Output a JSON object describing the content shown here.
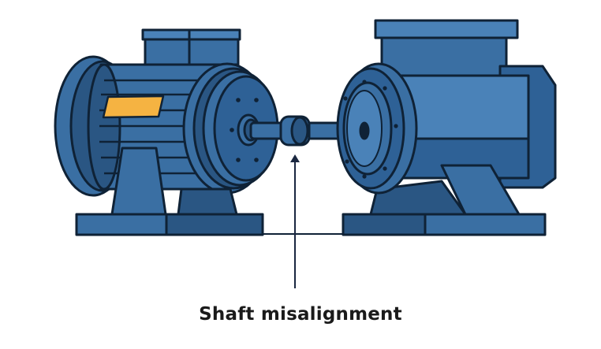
{
  "diagram": {
    "title": "Shaft misalignment",
    "components": [
      {
        "name": "motor",
        "description": "Electric motor with ribbed housing, terminal box and yellow nameplate"
      },
      {
        "name": "coupling",
        "description": "Shaft coupling between the two machines"
      },
      {
        "name": "driven-machine",
        "description": "Pump / driven unit with flanged face"
      }
    ],
    "annotation": {
      "label": "Shaft misalignment",
      "points_to": "coupling"
    },
    "colors": {
      "body": "#3a6fa3",
      "body_light": "#4a82b8",
      "body_dark": "#2a5683",
      "outline": "#0f2236",
      "nameplate": "#f5b342",
      "arrow": "#1a2740",
      "background": "#ffffff"
    }
  }
}
